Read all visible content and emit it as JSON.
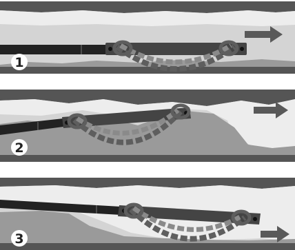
{
  "steps": [
    {
      "number": "1",
      "arrow_icon": "arrow-right-icon"
    },
    {
      "number": "2",
      "arrow_icon": "arrow-right-icon"
    },
    {
      "number": "3",
      "arrow_icon": "arrow-right-icon"
    }
  ],
  "colors": {
    "pipe_wall": "#555555",
    "pipe_interior": "#d4d4d4",
    "deposit": "#9a9a9a",
    "deposit_edge": "#7a7a7a",
    "cleared_channel": "#ededed",
    "cable": "#222222",
    "chain": "#5e5e5e",
    "chain_highlight": "#8a8a8a",
    "tool_body": "#444444",
    "arrow": "#595959",
    "label_bg": "#ffffff",
    "label_text": "#222222"
  }
}
